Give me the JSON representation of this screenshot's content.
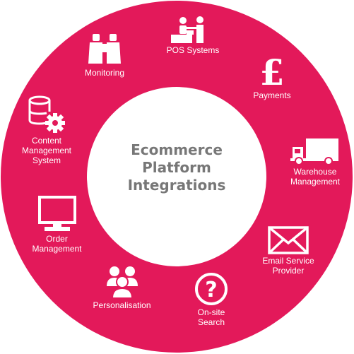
{
  "colors": {
    "ring": "#e3195a",
    "inner": "#ffffff",
    "title": "#777777",
    "icon": "#ffffff"
  },
  "center": {
    "title": "Ecommerce\nPlatform\nIntegrations"
  },
  "segments": [
    {
      "label": "POS Systems",
      "icon": "pos-icon"
    },
    {
      "label": "Payments",
      "icon": "pound-icon"
    },
    {
      "label": "Warehouse\nManagement",
      "icon": "truck-icon"
    },
    {
      "label": "Email Service\nProvider",
      "icon": "envelope-icon"
    },
    {
      "label": "On-site\nSearch",
      "icon": "question-icon"
    },
    {
      "label": "Personalisation",
      "icon": "people-icon"
    },
    {
      "label": "Order\nManagement",
      "icon": "monitor-icon"
    },
    {
      "label": "Content\nManagement\nSystem",
      "icon": "database-gear-icon"
    },
    {
      "label": "Monitoring",
      "icon": "binoculars-icon"
    }
  ]
}
